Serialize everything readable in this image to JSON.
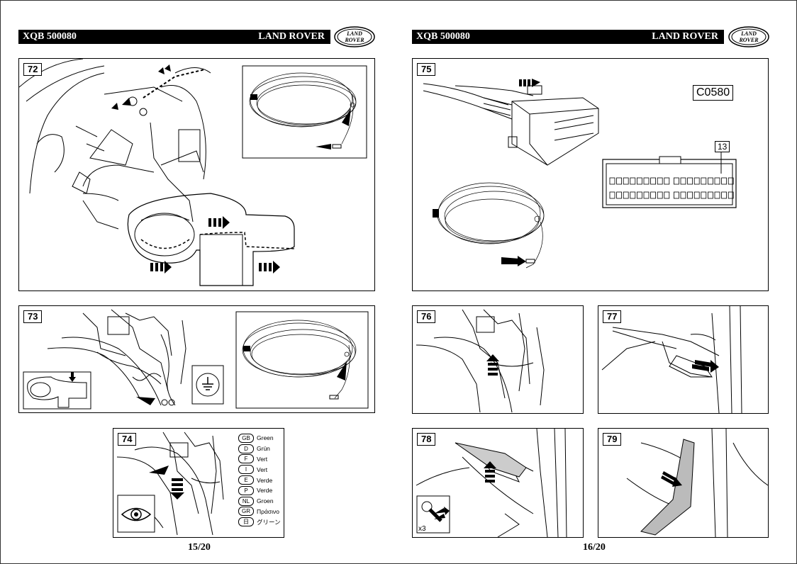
{
  "left_page": {
    "header": {
      "code": "XQB 500080",
      "brand": "LAND ROVER"
    },
    "logo_text": [
      "LAND",
      "ROVER"
    ],
    "steps": {
      "s72": "72",
      "s73": "73",
      "s74": "74"
    },
    "legend": [
      {
        "code": "GB",
        "text": "Green"
      },
      {
        "code": "D",
        "text": "Grün"
      },
      {
        "code": "F",
        "text": "Vert"
      },
      {
        "code": "I",
        "text": "Vert"
      },
      {
        "code": "E",
        "text": "Verde"
      },
      {
        "code": "P",
        "text": "Verde"
      },
      {
        "code": "NL",
        "text": "Groen"
      },
      {
        "code": "GR",
        "text": "Πράσινο"
      },
      {
        "code": "日",
        "text": "グリーン"
      }
    ],
    "footer": "15/20"
  },
  "right_page": {
    "header": {
      "code": "XQB 500080",
      "brand": "LAND ROVER"
    },
    "logo_text": [
      "LAND",
      "ROVER"
    ],
    "steps": {
      "s75": "75",
      "s76": "76",
      "s77": "77",
      "s78": "78",
      "s79": "79"
    },
    "connector_label": "C0580",
    "pin_label": "13",
    "screw_count": "x3",
    "footer": "16/20"
  }
}
